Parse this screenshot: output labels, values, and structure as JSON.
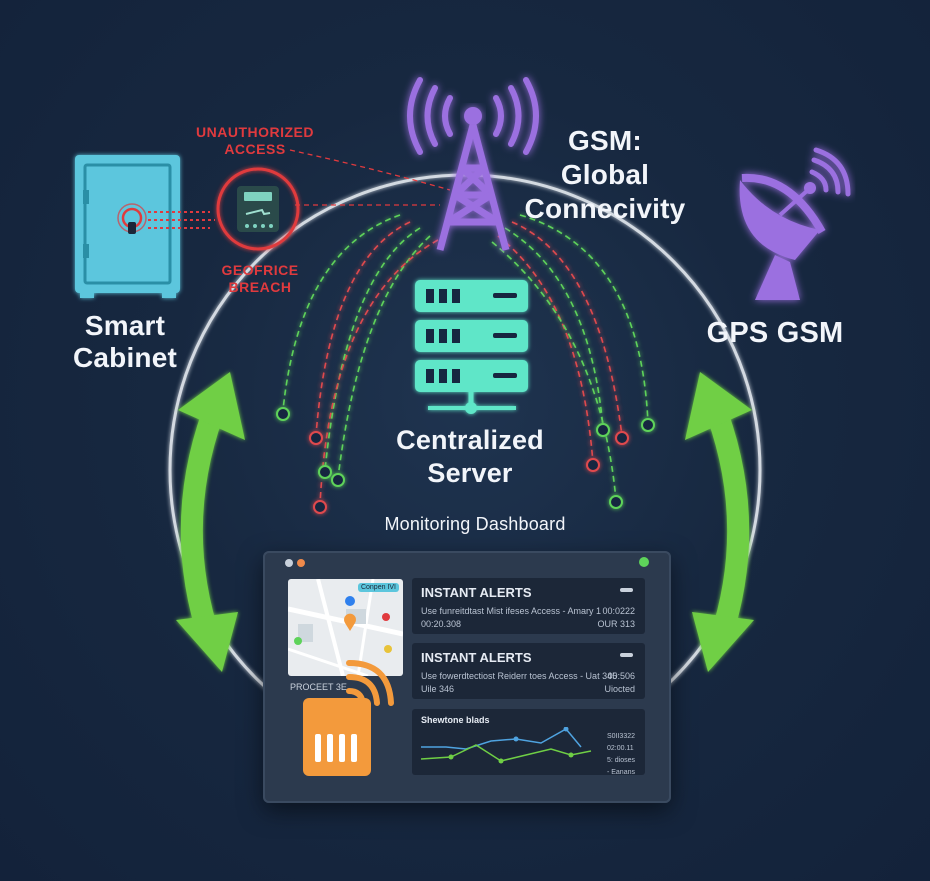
{
  "labels": {
    "smart_cabinet": "Smart Cabinet",
    "gsm_line1": "GSM:",
    "gsm_line2": "Global",
    "gsm_line3": "Connecivity",
    "gps_gsm": "GPS GSM",
    "server_line1": "Centralized",
    "server_line2": "Server",
    "monitoring": "Monitoring Dashboard",
    "unauth_line1": "UNAUTHORIZED",
    "unauth_line2": "ACCESS",
    "geofence_line1": "GEOFRICE",
    "geofence_line2": "BREACH"
  },
  "dashboard": {
    "alert1": {
      "title": "INSTANT ALERTS",
      "line1": "Use funreitdtast Mist ifeses Access - Amary 1",
      "line1_right": "00:0222",
      "line2": "00:20.308",
      "line2_right": "OUR 313"
    },
    "alert2": {
      "title": "INSTANT ALERTS",
      "line1": "Use fowerdtectiost Reiderr toes Access - Uat 345",
      "line1_right": "00:506",
      "line2": "Uile 346",
      "line2_right": "Uiocted"
    },
    "chart_card": {
      "title": "Shewtone blads",
      "legend": [
        "S0II3322",
        "02:00.11",
        "5: dioses",
        "- Eanans"
      ]
    },
    "footer_label": "PROCEET 3E",
    "map_badge": "Conpen IVI"
  },
  "colors": {
    "background": "#172840",
    "ring": "#e8edf3",
    "green_arrow": "#6fcf45",
    "server": "#5ee6c8",
    "tower": "#9b6fe0",
    "cabinet": "#5cc6dd",
    "alert_red": "#e03a3e",
    "sim_orange": "#f39a3c"
  },
  "icons": [
    "cabinet-icon",
    "tower-icon",
    "satellite-dish-icon",
    "server-icon",
    "sim-card-icon",
    "map-pin-icon"
  ]
}
